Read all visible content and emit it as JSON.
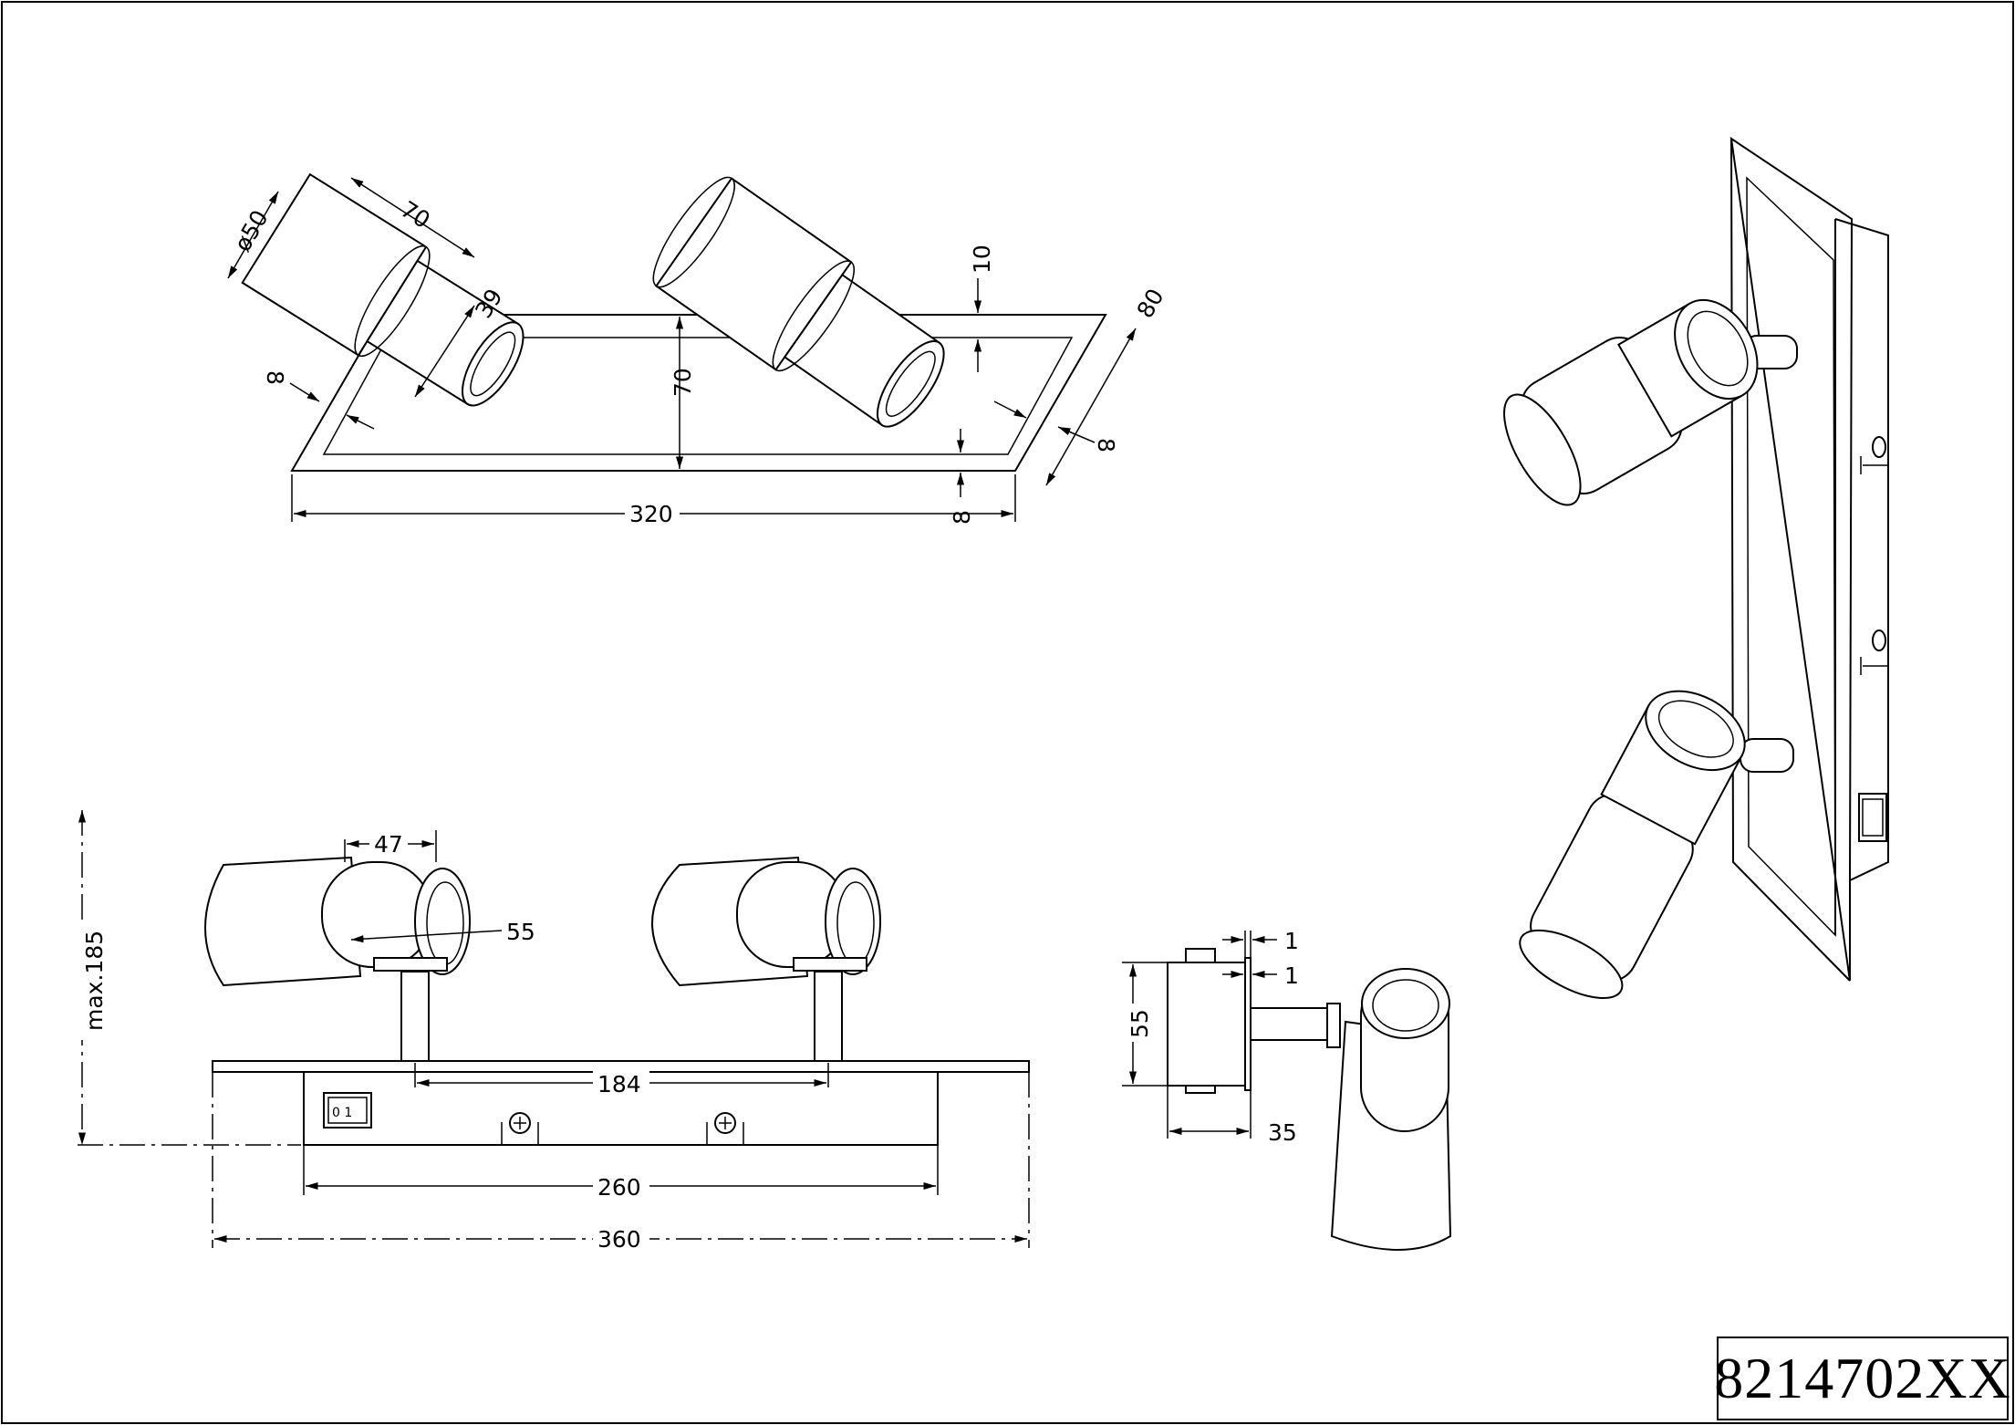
{
  "drawing": {
    "product_code": "8214702XX",
    "top_view": {
      "dims": {
        "diameter": "ø50",
        "cup_length": "70",
        "inner_cup": "39",
        "plate_height": "70",
        "plate_width": "320",
        "plate_depth": "80",
        "top_gap": "10",
        "edge_left": "8",
        "edge_right": "8",
        "edge_bottom": "8"
      }
    },
    "front_view": {
      "dims": {
        "cup_offset": "47",
        "cup_inner": "55",
        "max_height": "max.185",
        "spot_spacing": "184",
        "box_width": "260",
        "plate_width": "360"
      },
      "switch_label": "0 1"
    },
    "side_view": {
      "dims": {
        "gap_top": "1",
        "gap_bottom": "1",
        "box_height": "55",
        "box_depth": "35"
      }
    }
  }
}
